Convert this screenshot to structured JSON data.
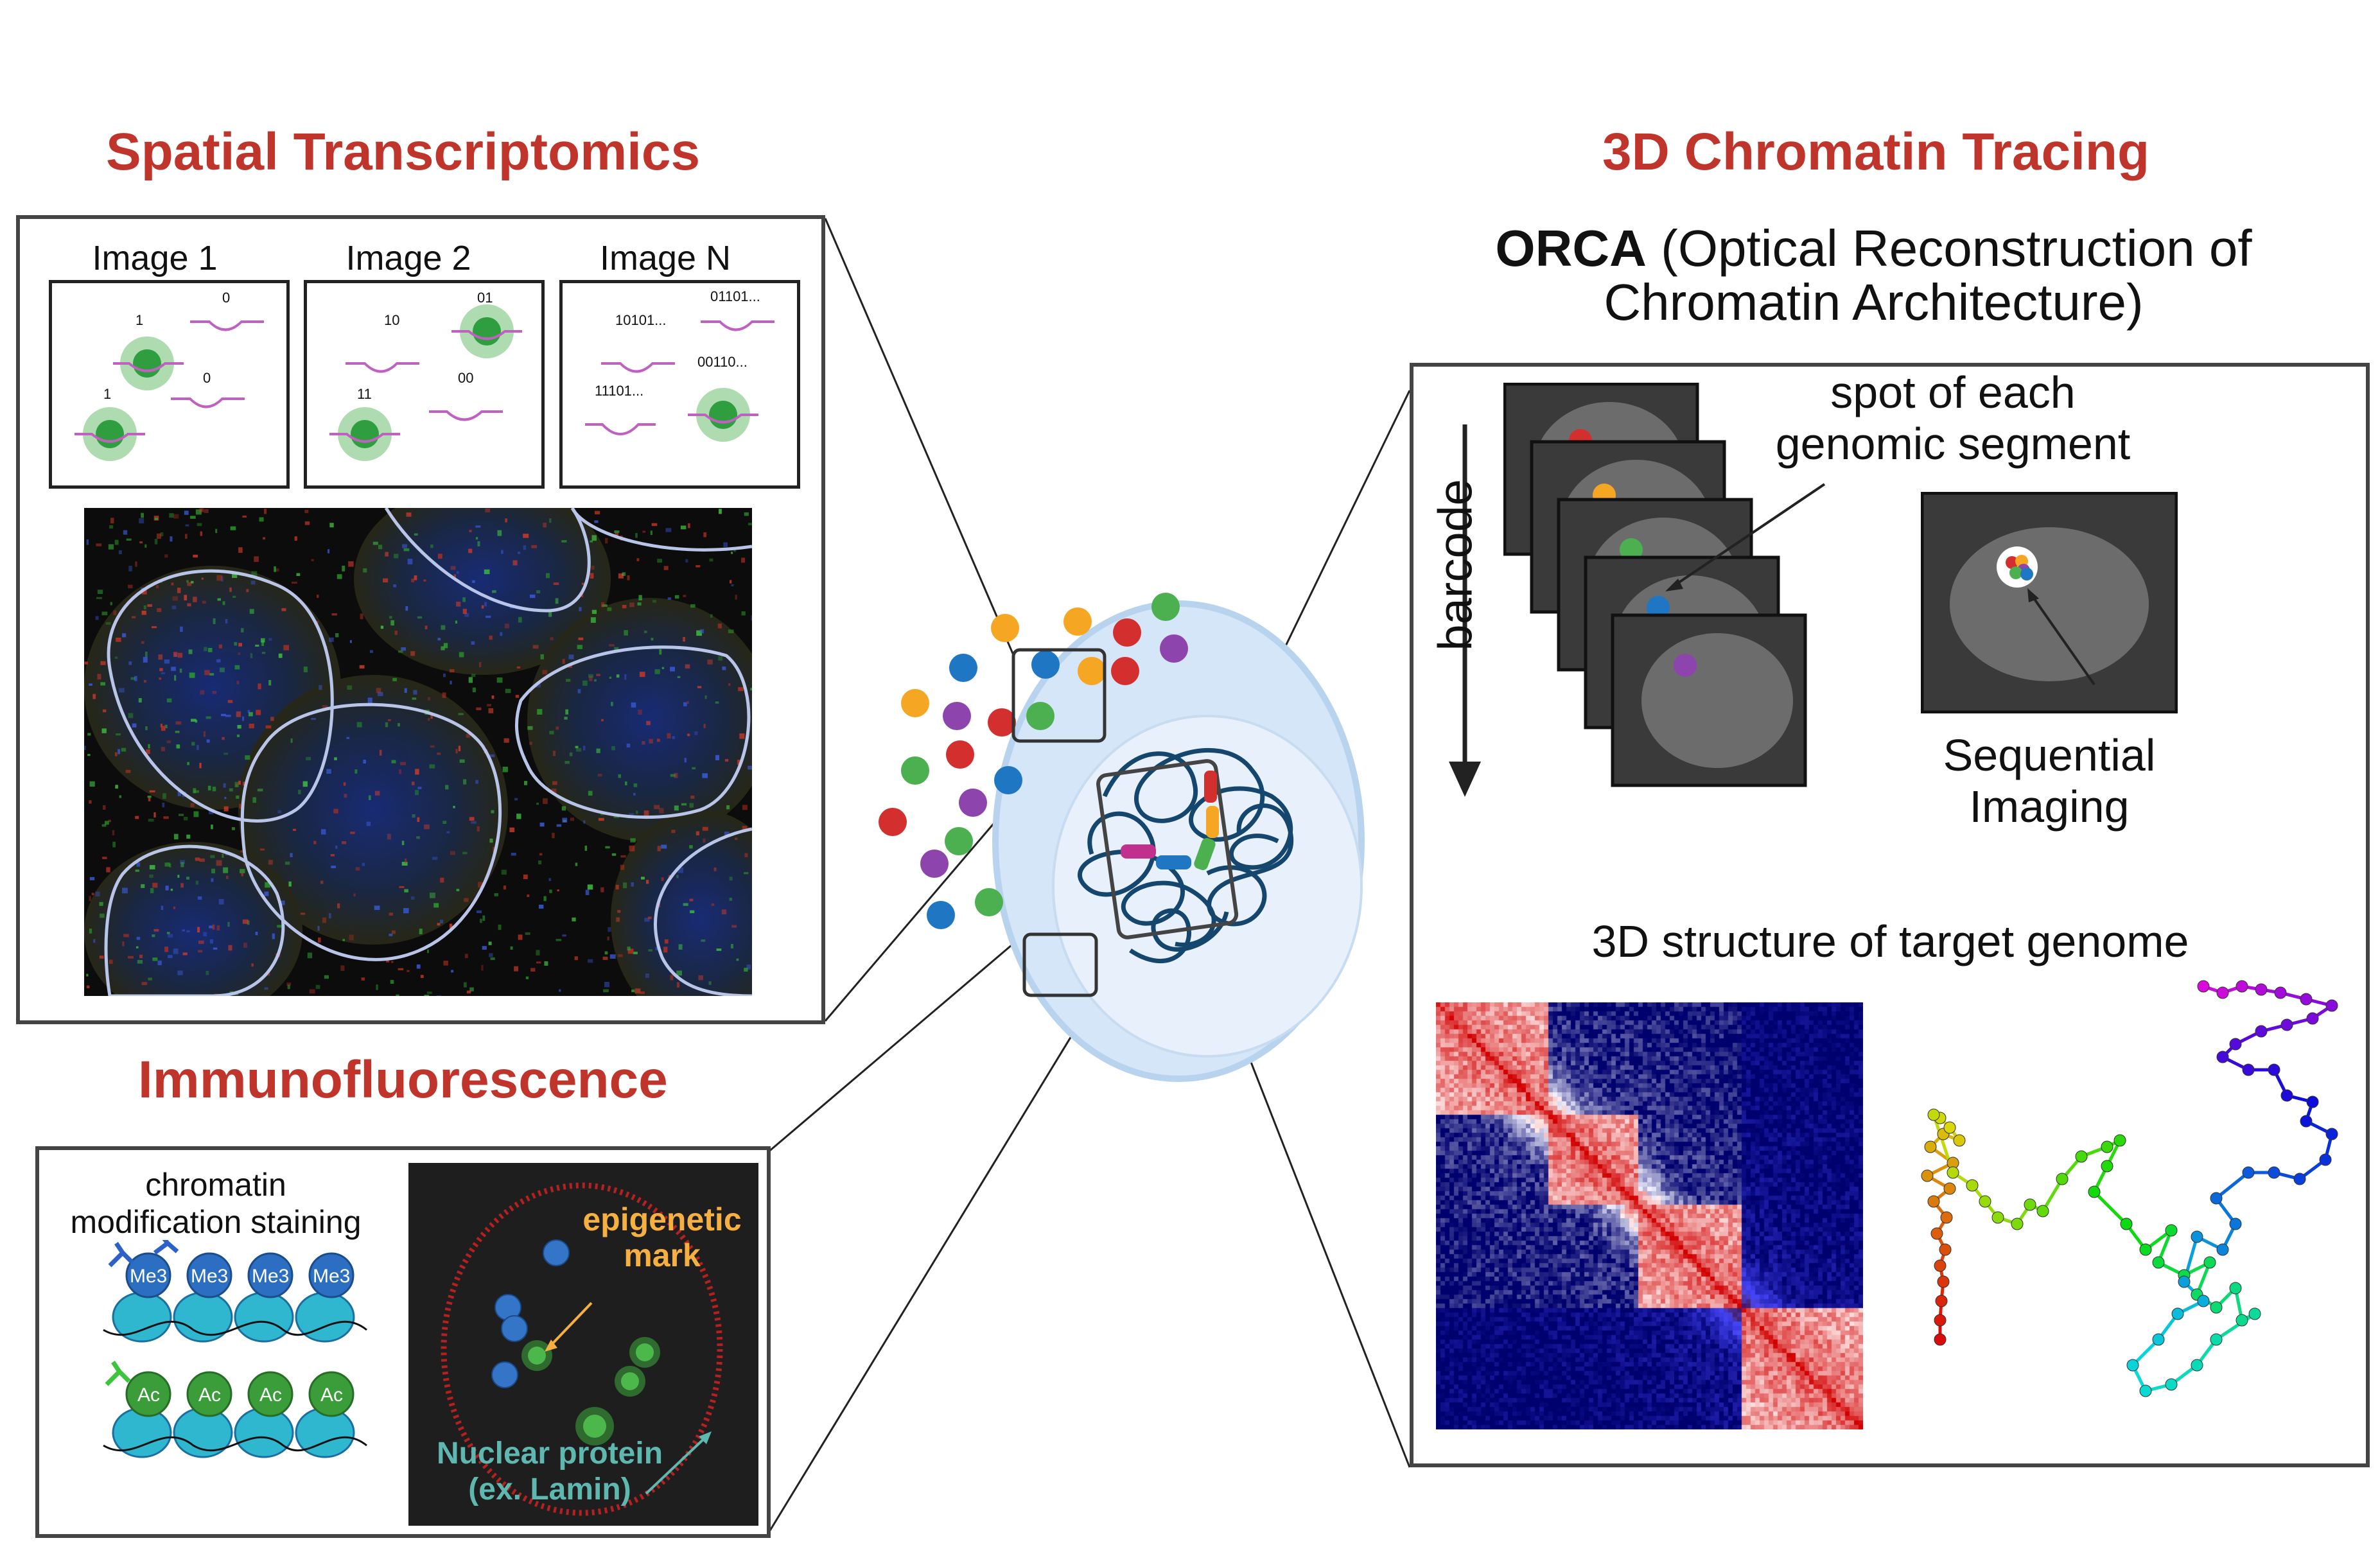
{
  "spatial": {
    "title": "Spatial Transcriptomics",
    "images": [
      {
        "label": "Image 1",
        "codes": [
          "1",
          "0",
          "1",
          "0"
        ]
      },
      {
        "label": "Image 2",
        "codes": [
          "10",
          "01",
          "11",
          "00"
        ]
      },
      {
        "label": "Image N",
        "codes": [
          "10101...",
          "01101...",
          "11101...",
          "00110..."
        ]
      }
    ]
  },
  "immuno": {
    "title": "Immunofluorescence",
    "staining_label_line1": "chromatin",
    "staining_label_line2": "modification staining",
    "me3": [
      "Me3",
      "Me3",
      "Me3",
      "Me3"
    ],
    "ac": [
      "Ac",
      "Ac",
      "Ac",
      "Ac"
    ],
    "epigenetic_line1": "epigenetic",
    "epigenetic_line2": "mark",
    "nuclear_line1": "Nuclear protein",
    "nuclear_line2": "(ex. Lamin)"
  },
  "chromatin": {
    "title": "3D Chromatin Tracing",
    "orca_bold": "ORCA",
    "orca_rest": " (Optical Reconstruction of",
    "orca_line2": "Chromatin Architecture)",
    "barcode": "barcode",
    "spot_line1": "spot of each",
    "spot_line2": "genomic segment",
    "seq_line1": "Sequential",
    "seq_line2": "Imaging",
    "structure": "3D structure of target genome"
  },
  "colors": {
    "title_red": "#c0352b",
    "spot_red": "#d32f2f",
    "spot_orange": "#f5a623",
    "spot_green": "#4caf50",
    "spot_blue": "#1f77c4",
    "spot_purple": "#8e44ad",
    "probe_pink": "#c060c0",
    "epi_yellow": "#f5b041",
    "lamin_teal": "#5fb8b0"
  }
}
